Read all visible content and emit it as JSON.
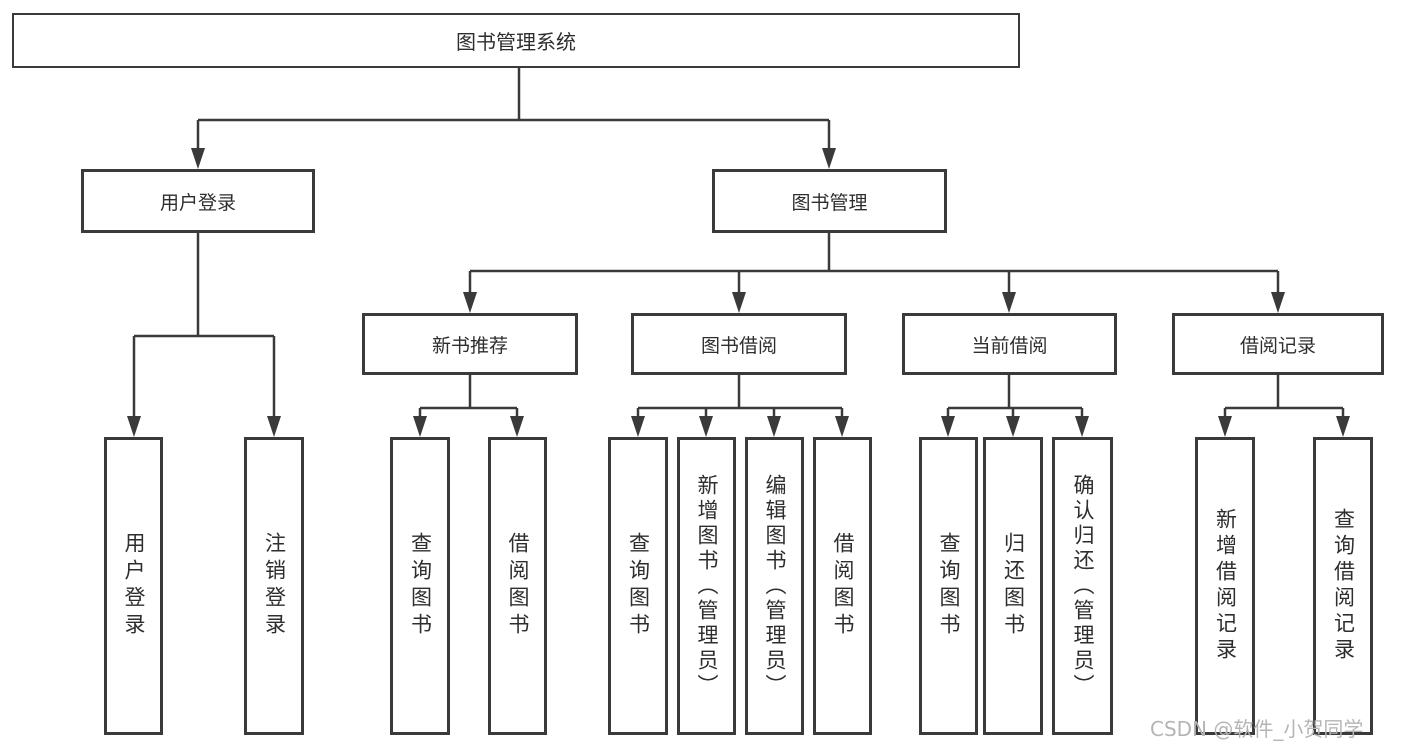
{
  "page": {
    "watermark": "CSDN @软件_小贺同学",
    "colors": {
      "line": "#3a3a3a",
      "box_border": "#3a3a3a",
      "text": "#2e2e2e",
      "watermark": "#b5b5b5",
      "background": "#ffffff"
    }
  },
  "tree": {
    "label": "图书管理系统",
    "children": [
      {
        "label": "用户登录",
        "children": [
          {
            "label": "用户登录"
          },
          {
            "label": "注销登录"
          }
        ]
      },
      {
        "label": "图书管理",
        "children": [
          {
            "label": "新书推荐",
            "children": [
              {
                "label": "查询图书"
              },
              {
                "label": "借阅图书"
              }
            ]
          },
          {
            "label": "图书借阅",
            "children": [
              {
                "label": "查询图书"
              },
              {
                "label": "新增图书（管理员）"
              },
              {
                "label": "编辑图书（管理员）"
              },
              {
                "label": "借阅图书"
              }
            ]
          },
          {
            "label": "当前借阅",
            "children": [
              {
                "label": "查询图书"
              },
              {
                "label": "归还图书"
              },
              {
                "label": "确认归还（管理员）"
              }
            ]
          },
          {
            "label": "借阅记录",
            "children": [
              {
                "label": "新增借阅记录"
              },
              {
                "label": "查询借阅记录"
              }
            ]
          }
        ]
      }
    ]
  }
}
